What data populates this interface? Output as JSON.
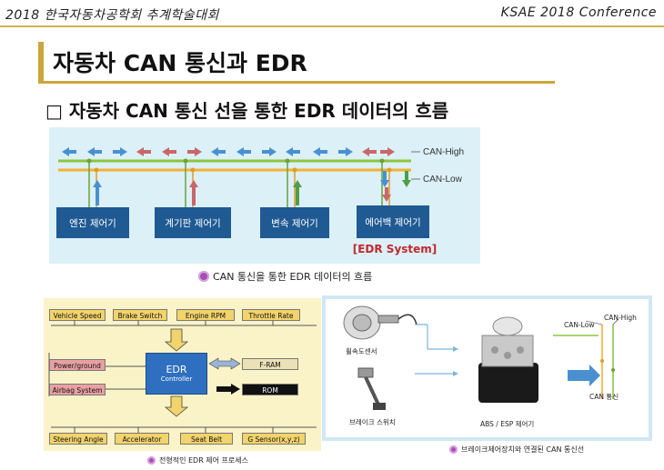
{
  "header": {
    "left": "2018 한국자동차공학회  추계학술대회",
    "right": "KSAE  2018   Conference"
  },
  "title": "자동차 CAN 통신과 EDR",
  "subtitle": "□ 자동차 CAN 통신 선을 통한 EDR 데이터의 흐름",
  "top_diagram": {
    "bus_high": "CAN-High",
    "bus_low": "CAN-Low",
    "controllers": [
      "엔진 제어기",
      "계기판 제어기",
      "변속 제어기",
      "에어백 제어기"
    ],
    "edr_tag": "[EDR System]",
    "caption": "CAN 통신을 통한 EDR 데이터의 흐름",
    "colors": {
      "bg": "#dcf0f8",
      "box": "#1f5a93",
      "high": "#8cc63f",
      "low": "#f3b132",
      "edr": "#c0282e"
    }
  },
  "bottom_left": {
    "top_inputs": [
      "Vehicle Speed",
      "Brake Switch",
      "Engine RPM",
      "Throttle Rate"
    ],
    "left_inputs": [
      "Power/ground",
      "Airbag System"
    ],
    "controller_title": "EDR",
    "controller_sub": "Controller",
    "memory": [
      "F-RAM",
      "ROM"
    ],
    "bottom_inputs": [
      "Steering Angle",
      "Accelerator",
      "Seat Belt",
      "G Sensor(x,y,z)"
    ],
    "caption": "전형적인 EDR 제어 프로세스"
  },
  "bottom_right": {
    "wheel_sensor": "휠속도센서",
    "brake_switch": "브레이크 스위치",
    "abs_unit": "ABS / ESP 제어기",
    "can_low": "CAN-Low",
    "can_high": "CAN-High",
    "can_comm": "CAN 통신",
    "caption": "브레이크제어장치와 연결된 CAN 통신선"
  }
}
